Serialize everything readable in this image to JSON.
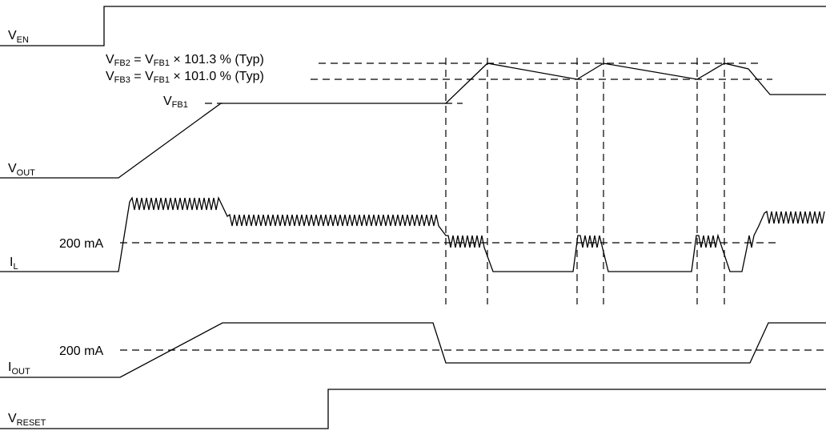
{
  "signals": {
    "ven": {
      "main": "V",
      "sub": "EN"
    },
    "vout": {
      "main": "V",
      "sub": "OUT"
    },
    "il": {
      "main": "I",
      "sub": "L"
    },
    "iout": {
      "main": "I",
      "sub": "OUT"
    },
    "vreset": {
      "main": "V",
      "sub": "RESET"
    }
  },
  "annotations": {
    "vfb2": {
      "p1": "V",
      "s1": "FB2",
      "p2": " = V",
      "s2": "FB1",
      "p3": " × 101.3 % (Typ)"
    },
    "vfb3": {
      "p1": "V",
      "s1": "FB3",
      "p2": " = V",
      "s2": "FB1",
      "p3": " × 101.0 % (Typ)"
    },
    "vfb1": {
      "p1": "V",
      "s1": "FB1"
    },
    "il_current": "200 mA",
    "iout_current": "200 mA"
  },
  "colors": {
    "line": "#000000",
    "background": "#ffffff"
  }
}
